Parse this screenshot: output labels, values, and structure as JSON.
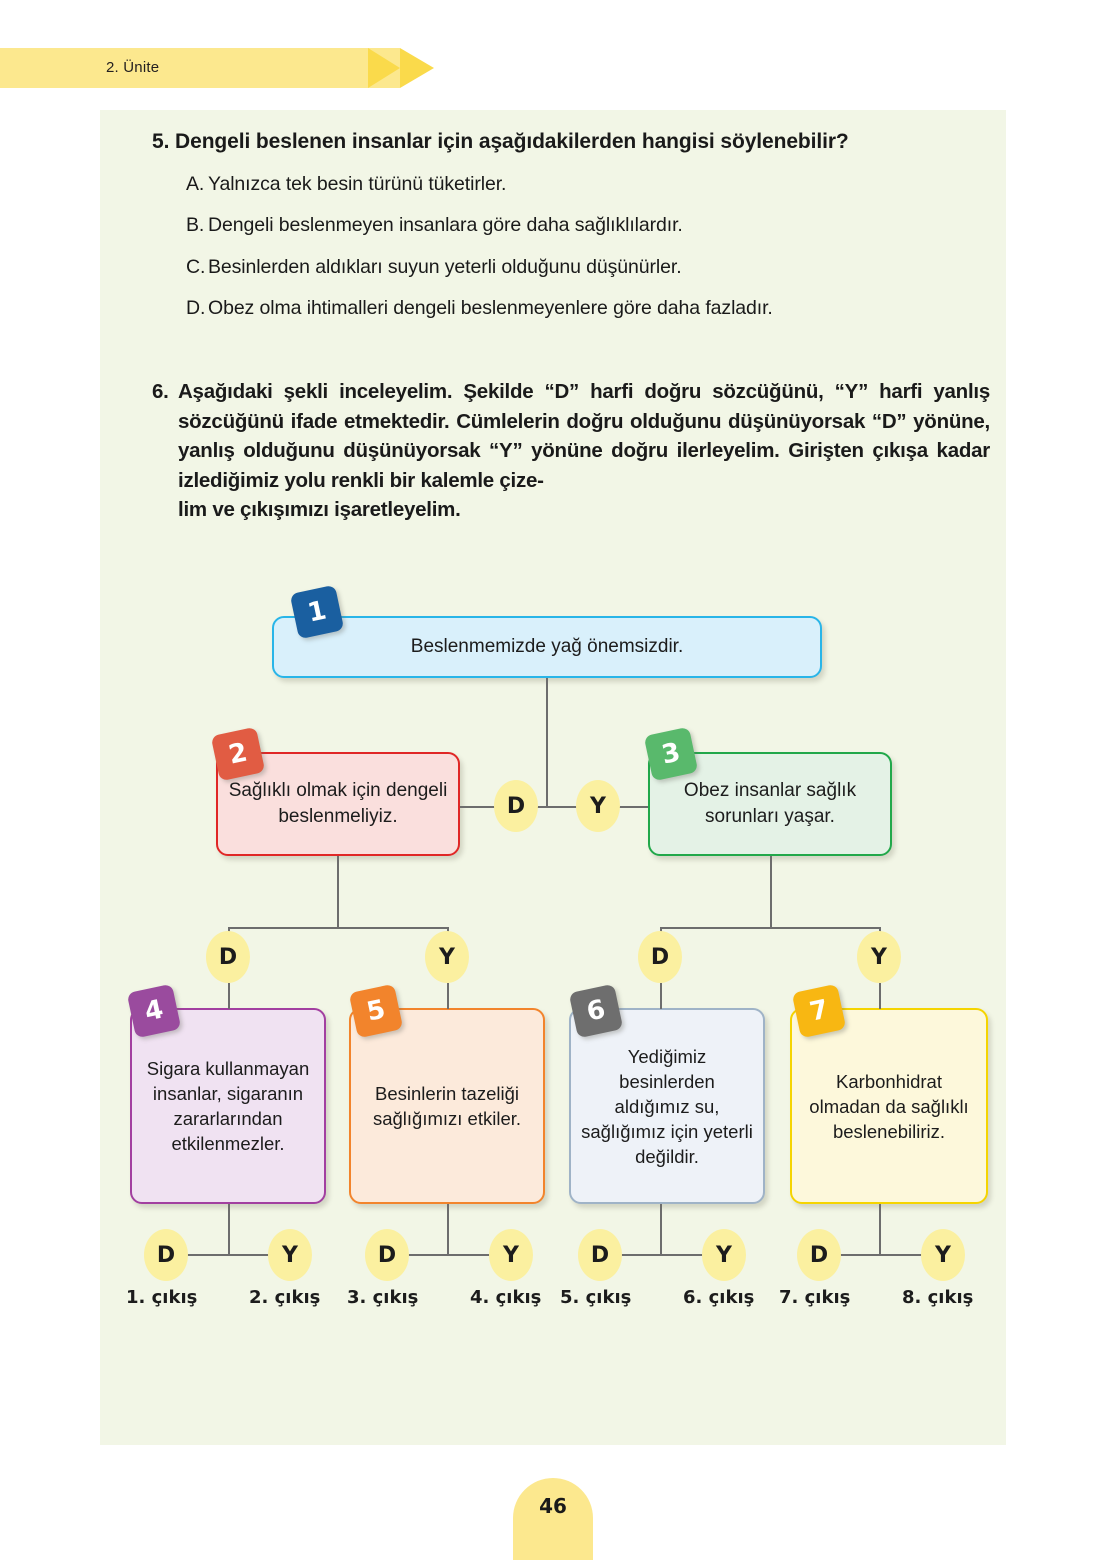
{
  "header": {
    "unit_label": "2. Ünite"
  },
  "page_number": "46",
  "question5": {
    "number": "5.",
    "prompt": "5. Dengeli beslenen insanlar için aşağıdakilerden hangisi söylenebilir?",
    "options": [
      {
        "letter": "A.",
        "text": "Yalnızca tek besin türünü tüketirler."
      },
      {
        "letter": "B.",
        "text": "Dengeli beslenmeyen insanlara göre daha sağlıklılardır."
      },
      {
        "letter": "C.",
        "text": "Besinlerden aldıkları suyun yeterli olduğunu düşünürler."
      },
      {
        "letter": "D.",
        "text": "Obez olma ihtimalleri dengeli beslenmeyenlere göre daha fazladır."
      }
    ]
  },
  "question6": {
    "number": "6.",
    "text": "Aşağıdaki şekli inceleyelim. Şekilde “D” harfi doğru sözcüğünü, “Y” harfi yanlış sözcüğünü ifade etmektedir. Cümlelerin doğru olduğunu düşünüyorsak “D” yönüne, yanlış olduğunu düşünüyorsak “Y” yönüne doğru ilerleyelim. Girişten çıkışa kadar izlediğimiz yolu renkli bir kalemle çize-",
    "text_last": "lim ve çıkışımızı işaretleyelim."
  },
  "flowchart": {
    "nodes": [
      {
        "id": "1",
        "badge": "1",
        "text": "Beslenmemizde yağ önemsizdir.",
        "fill": "#d9f0fb",
        "border": "#29b5e8",
        "badge_color": "#1a5fa0"
      },
      {
        "id": "2",
        "badge": "2",
        "text": "Sağlıklı olmak için dengeli beslenmeliyiz.",
        "fill": "#fadfdd",
        "border": "#e02726",
        "badge_color": "#e15c43"
      },
      {
        "id": "3",
        "badge": "3",
        "text": "Obez insanlar sağlık sorunları yaşar.",
        "fill": "#e4f2e6",
        "border": "#21a84a",
        "badge_color": "#59b96c"
      },
      {
        "id": "4",
        "badge": "4",
        "text": "Sigara kullanmayan insanlar, sigaranın zararlarından etkilenmezler.",
        "fill": "#f0e2f2",
        "border": "#a23fa0",
        "badge_color": "#9a4b9e"
      },
      {
        "id": "5",
        "badge": "5",
        "text": "Besinlerin tazeliği sağlığımızı etkiler.",
        "fill": "#fceadb",
        "border": "#f2842c",
        "badge_color": "#f2842c"
      },
      {
        "id": "6",
        "badge": "6",
        "text": "Yediğimiz besinlerden aldığımız su, sağlığımız için yeterli değildir.",
        "fill": "#eef2f8",
        "border": "#9fb3c7",
        "badge_color": "#6e6e6e"
      },
      {
        "id": "7",
        "badge": "7",
        "text": "Karbonhidrat olmadan da sağlıklı beslenebiliriz.",
        "fill": "#fdf8db",
        "border": "#f5d400",
        "badge_color": "#f8b712"
      }
    ],
    "markers": {
      "level1": [
        {
          "label": "D"
        },
        {
          "label": "Y"
        }
      ],
      "level2_left": [
        {
          "label": "D"
        },
        {
          "label": "Y"
        }
      ],
      "level2_right": [
        {
          "label": "D"
        },
        {
          "label": "Y"
        }
      ],
      "level3": [
        {
          "label": "D"
        },
        {
          "label": "Y"
        },
        {
          "label": "D"
        },
        {
          "label": "Y"
        },
        {
          "label": "D"
        },
        {
          "label": "Y"
        },
        {
          "label": "D"
        },
        {
          "label": "Y"
        }
      ]
    },
    "exits": [
      "1. çıkış",
      "2. çıkış",
      "3. çıkış",
      "4. çıkış",
      "5. çıkış",
      "6. çıkış",
      "7. çıkış",
      "8. çıkış"
    ],
    "marker_fill": "#fbf0a0",
    "line_color": "#6d6d6d"
  }
}
